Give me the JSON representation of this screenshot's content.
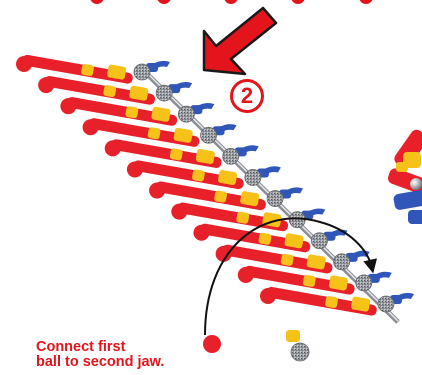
{
  "instruction": {
    "step_number": "2",
    "caption_lines": [
      "Connect first",
      "ball to second jaw."
    ]
  },
  "colors": {
    "accent": "#e3141b",
    "rod": "#e8202a",
    "connector_yellow": "#f6c21a",
    "connector_blue": "#2f56b8",
    "steel": "#c9ccd0"
  },
  "icons": {
    "pointer": "arrow-down-left-icon",
    "path": "curved-arrow-icon"
  }
}
